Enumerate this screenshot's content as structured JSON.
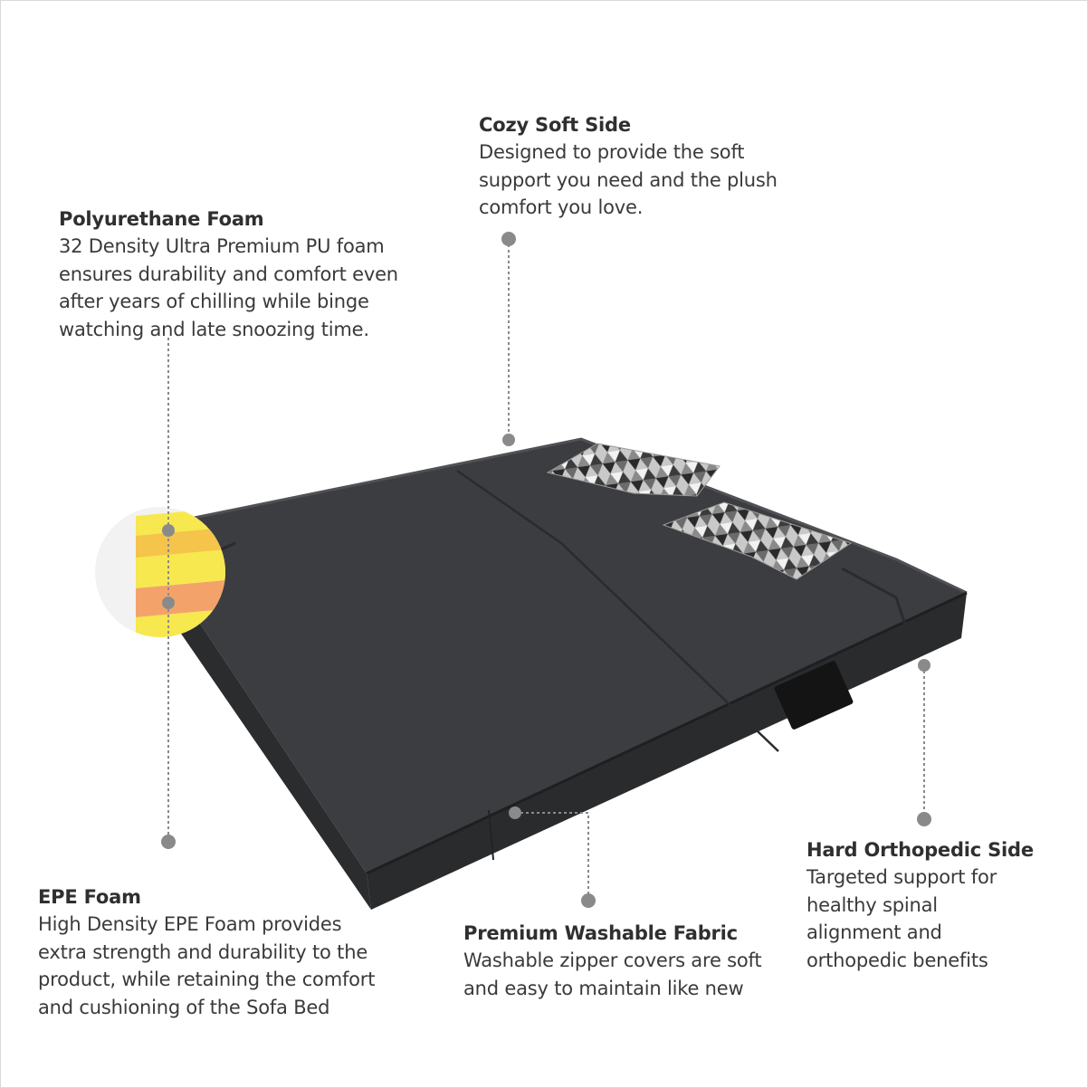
{
  "colors": {
    "fabric": "#3a3b3d",
    "fabric_dark": "#252628",
    "leader": "#8a8a8a",
    "foam_yellow": "#f7e84f",
    "foam_orange": "#f3a36a"
  },
  "features": {
    "pu_foam": {
      "title": "Polyurethane Foam",
      "lines": [
        "32 Density Ultra Premium PU foam",
        "ensures durability and comfort even",
        "after years of chilling while binge",
        "watching and late snoozing time."
      ]
    },
    "cozy_side": {
      "title": "Cozy Soft Side",
      "lines": [
        "Designed to provide the soft",
        "support you need and the plush",
        "comfort you love."
      ]
    },
    "epe_foam": {
      "title": "EPE Foam",
      "lines": [
        "High Density EPE Foam provides",
        "extra strength and durability to the",
        "product, while retaining the comfort",
        "and cushioning of the Sofa Bed"
      ]
    },
    "washable_fabric": {
      "title": "Premium Washable Fabric",
      "lines": [
        "Washable zipper covers are soft",
        "and easy to maintain like new"
      ]
    },
    "ortho_side": {
      "title": "Hard Orthopedic Side",
      "lines": [
        "Targeted support for",
        "healthy spinal",
        "alignment and",
        "orthopedic benefits"
      ]
    }
  }
}
